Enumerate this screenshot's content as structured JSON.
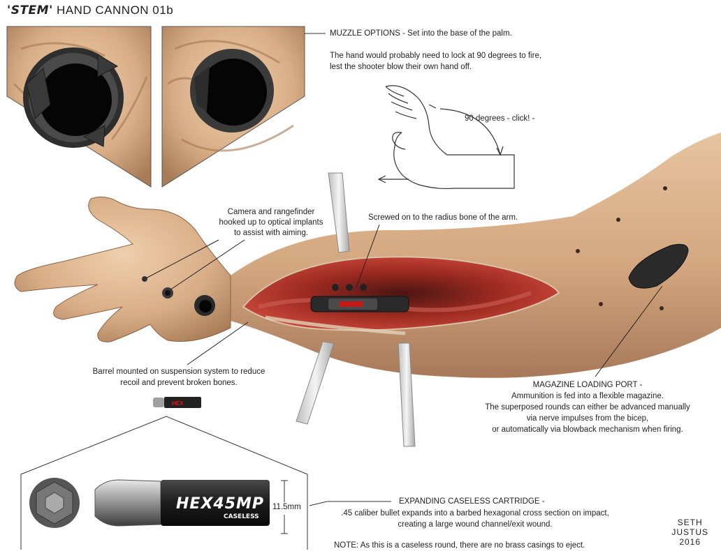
{
  "title": {
    "bold": "'STEM'",
    "rest": " HAND CANNON 01b"
  },
  "muzzle": {
    "heading": "MUZZLE OPTIONS - Set into the base of the palm.",
    "line1": "The hand would probably need to lock at 90 degrees to fire,",
    "line2": "lest the shooter blow their own hand off.",
    "degrees": "90 degrees  - click! -"
  },
  "camera": {
    "line1": "Camera and rangefinder",
    "line2": "hooked up to optical implants",
    "line3": "to assist with aiming."
  },
  "screwed": "Screwed on to the radius bone of the arm.",
  "barrel": {
    "line1": "Barrel mounted on suspension system to reduce",
    "line2": "recoil and prevent broken bones."
  },
  "magazine": {
    "line1": "MAGAZINE LOADING PORT -",
    "line2": "Ammunition is fed into a flexible magazine.",
    "line3": "The superposed rounds can either be advanced manually",
    "line4": "via nerve impulses from the bicep,",
    "line5": "or automatically via blowback mechanism when firing."
  },
  "cartridge": {
    "heading": "EXPANDING CASELESS CARTRIDGE -",
    "line1": ".45 caliber bullet expands into a barbed hexagonal cross section on impact,",
    "line2": "creating a large wound channel/exit wound.",
    "note": "NOTE: As this is a caseless round, there are no brass casings to eject.",
    "dimension": "11.5mm",
    "brand": "HEX45MP",
    "brand_sub": "CASELESS"
  },
  "signature": {
    "line1": "SETH",
    "line2": "JUSTUS",
    "line3": "2016"
  },
  "colors": {
    "skin": "#d9b08a",
    "skin_dark": "#b98b63",
    "flesh": "#9e2a22",
    "metal": "#3a3a3a",
    "accent_red": "#e0161b"
  }
}
